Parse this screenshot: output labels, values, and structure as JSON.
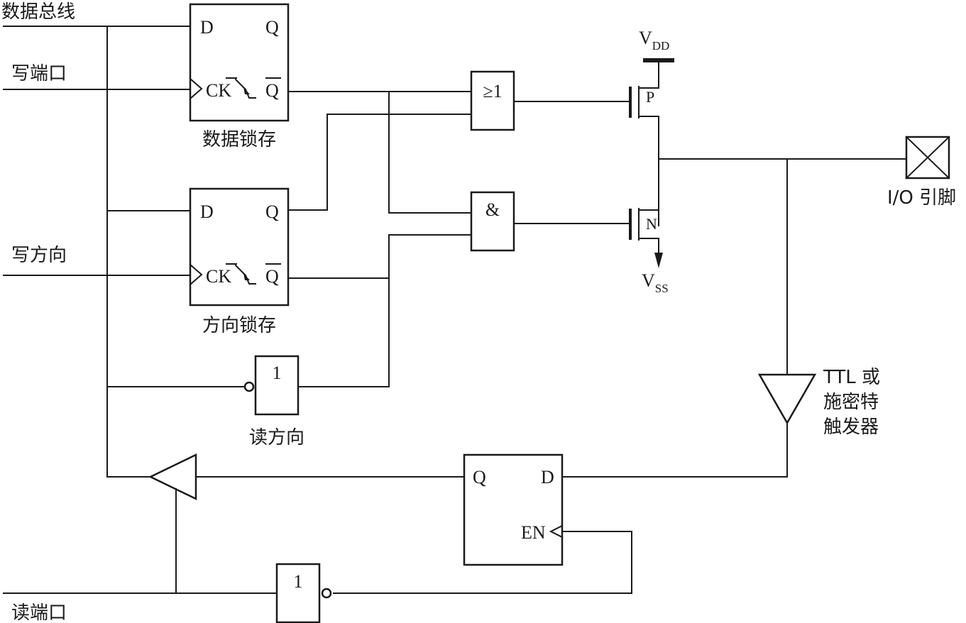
{
  "labels": {
    "data_bus": "数据总线",
    "write_port": "写端口",
    "write_dir": "写方向",
    "read_port": "读端口",
    "data_latch": "数据锁存",
    "dir_latch": "方向锁存",
    "read_dir": "读方向",
    "io_pin": "I/O 引脚",
    "trigger_l1": "TTL 或",
    "trigger_l2": "施密特",
    "trigger_l3": "触发器"
  },
  "pins": {
    "d": "D",
    "q": "Q",
    "ck": "CK",
    "qbar": "Q",
    "en": "EN"
  },
  "gates": {
    "or_symbol": "≥1",
    "and_symbol": "&",
    "not_symbol": "1"
  },
  "transistors": {
    "p": "P",
    "n": "N"
  },
  "supply": {
    "vdd_main": "V",
    "vdd_sub": "DD",
    "vss_main": "V",
    "vss_sub": "SS"
  }
}
